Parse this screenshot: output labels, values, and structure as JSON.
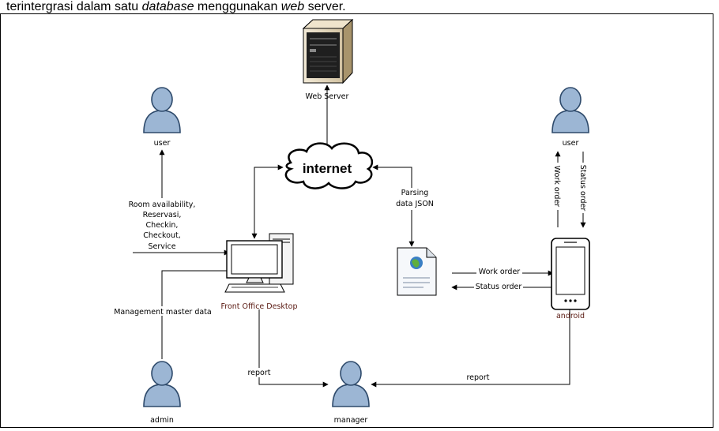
{
  "caption": {
    "part1": "terintergrasi dalam satu ",
    "part2": "database",
    "part3": " menggunakan ",
    "part4": "web",
    "part5": " server."
  },
  "nodes": {
    "web_server": "Web Server",
    "internet": "internet",
    "user_left": "user",
    "user_right": "user",
    "front_office": "Front Office Desktop",
    "android": "android",
    "admin": "admin",
    "manager": "manager"
  },
  "edges": {
    "room_lines": [
      "Room availability,",
      "Reservasi,",
      "Checkin,",
      "Checkout,",
      "Service"
    ],
    "parsing_lines": [
      "Parsing",
      "data JSON"
    ],
    "work_order": "Work order",
    "status_order": "Status order",
    "work_order_vertical": "Work order",
    "status_order_vertical": "Status order",
    "management": "Management master data",
    "report_left": "report",
    "report_right": "report"
  },
  "colors": {
    "person_fill": "#9cb6d4",
    "person_stroke": "#2e4a6b",
    "label_red": "#5a1a12"
  }
}
